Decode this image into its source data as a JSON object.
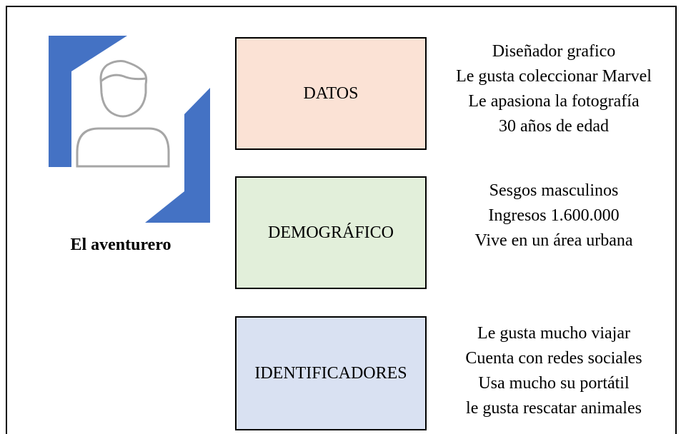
{
  "persona": {
    "name": "El aventurero",
    "icon": "user-avatar-icon",
    "colors": {
      "frame_accent": "#4472c4",
      "avatar_stroke": "#a6a6a6"
    }
  },
  "categories": [
    {
      "label": "DATOS",
      "color": "#fbe2d5",
      "details": [
        "Diseñador grafico",
        "Le gusta coleccionar Marvel",
        "Le apasiona la fotografía",
        "30 años de edad"
      ]
    },
    {
      "label": "DEMOGRÁFICO",
      "color": "#e2efda",
      "details": [
        "Sesgos masculinos",
        "Ingresos 1.600.000",
        "Vive en un área urbana"
      ]
    },
    {
      "label": "IDENTIFICADORES",
      "color": "#d9e1f2",
      "details": [
        "Le gusta mucho viajar",
        "Cuenta con redes sociales",
        "Usa mucho su portátil",
        "le gusta rescatar animales"
      ]
    }
  ]
}
